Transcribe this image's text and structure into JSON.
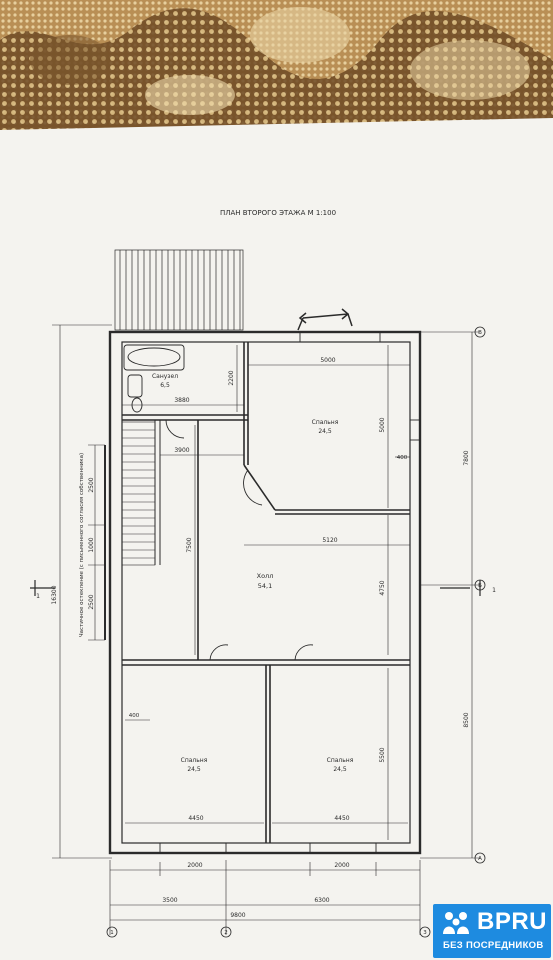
{
  "plan": {
    "title": "ПЛАН ВТОРОГО ЭТАЖА  М 1:100",
    "rooms": [
      {
        "name": "Санузел",
        "area": "6,5"
      },
      {
        "name": "Спальня",
        "area": "24,5"
      },
      {
        "name": "Холл",
        "area": "54,1"
      },
      {
        "name": "Спальня",
        "area": "24,5"
      },
      {
        "name": "Спальня",
        "area": "24,5"
      }
    ],
    "dims": {
      "bath_width": "3880",
      "bath_height": "2200",
      "hall_top": "3900",
      "bed1_width": "5000",
      "bed1_height": "5000",
      "bed1_offset": "400",
      "hall_mid": "5120",
      "hall_height_left": "7500",
      "hall_height_right": "4750",
      "bed_left_offset": "400",
      "bed_right_height": "5500",
      "bed_left_width": "4450",
      "bed_right_width": "4450",
      "window_left": "2000",
      "window_right": "2000",
      "span_left": "3500",
      "span_right": "6300",
      "total_width": "9800",
      "total_height": "16300",
      "right_upper": "7800",
      "right_lower": "8500",
      "stair_a": "2500",
      "stair_b": "1000",
      "stair_c": "2500"
    },
    "note": "Частичное остекление (с письменного согласия собственника)",
    "axes": [
      "1",
      "2",
      "3",
      "В",
      "Б",
      "А"
    ],
    "section": [
      "1",
      "1"
    ]
  },
  "badge": {
    "brand": "BPRU",
    "tagline": "БЕЗ ПОСРЕДНИКОВ"
  },
  "colors": {
    "lace": "#c9a46a",
    "paper": "#f4f3ef",
    "ink": "#2b2b2b",
    "badge": "#1e8be0"
  }
}
